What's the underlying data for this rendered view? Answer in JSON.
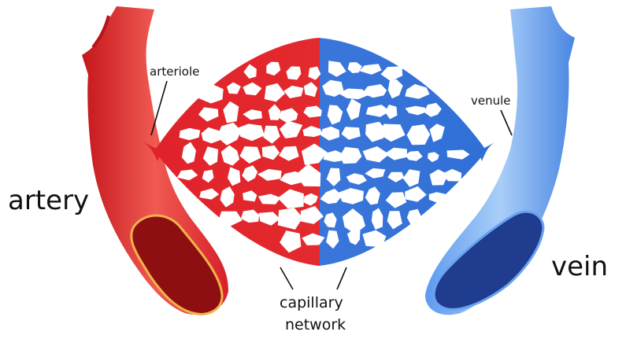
{
  "labels": {
    "arteriole": "arteriole",
    "venule": "venule",
    "artery": "artery",
    "vein": "vein",
    "capillary_line1": "capillary",
    "capillary_line2": "network"
  },
  "colors": {
    "artery": "#e0222a",
    "artery_light": "#f2675c",
    "artery_dark": "#b31319",
    "artery_lumen": "#8e0f12",
    "artery_rim": "#f2b24a",
    "vein": "#2f6fd6",
    "vein_light": "#7fb3f5",
    "vein_pale": "#a9cef8",
    "vein_lumen": "#1f3c8f",
    "leader": "#111111"
  }
}
